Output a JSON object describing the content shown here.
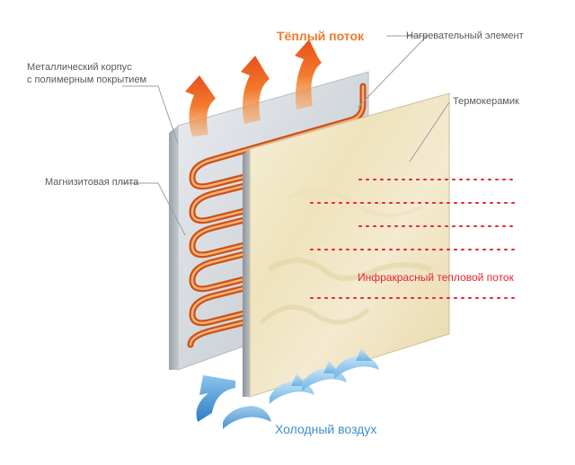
{
  "labels": {
    "warm_flow": "Тёплый поток",
    "heating_element": "Нагревательный элемент",
    "metal_case_line1": "Металлический корпус",
    "metal_case_line2": "с полимерным покрытием",
    "thermoceramic": "Термокерамик",
    "magnesite_plate": "Магнизитовая плита",
    "infrared_flow": "Инфракрасный тепловой поток",
    "cold_air": "Холодный воздух"
  },
  "colors": {
    "warm": "#f07a2a",
    "infrared": "#e8232f",
    "cold": "#3b8fd0",
    "label": "#555a60",
    "heater": "#e8702a"
  },
  "icons": {
    "warm_arrows": "curved-up-arrow-icon",
    "cold_arrows": "curved-up-arrow-icon"
  }
}
